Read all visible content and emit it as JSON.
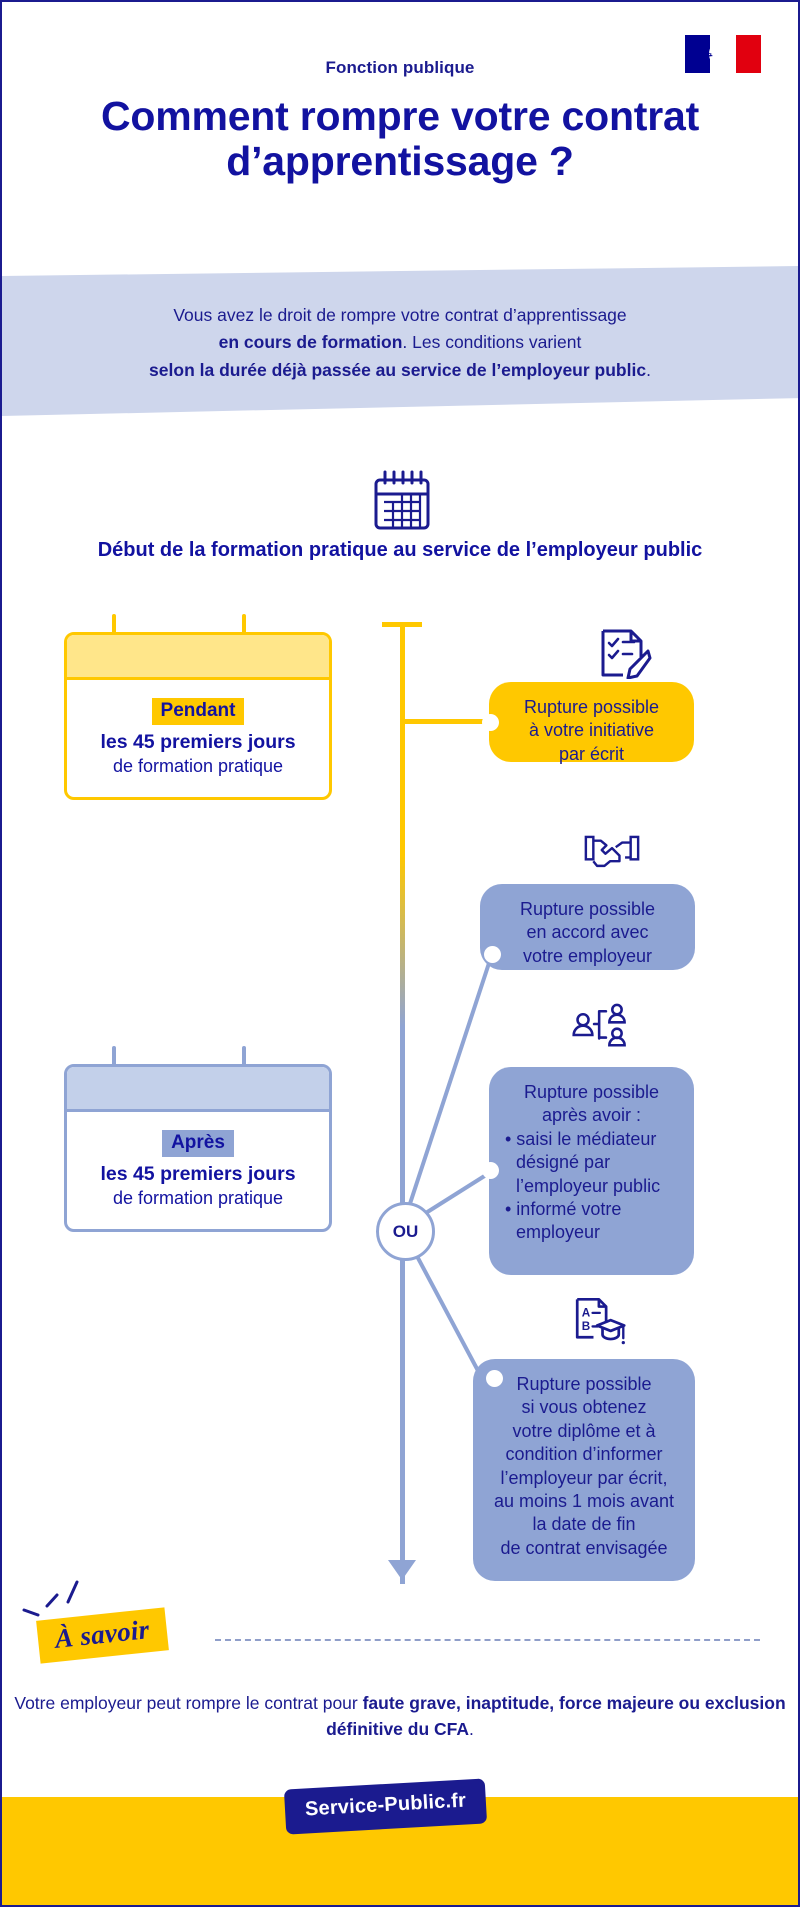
{
  "header": {
    "logo_icon": "marianne-french-republic-logo",
    "eyebrow": "Fonction publique",
    "title": "Comment rompre votre contrat d’apprentissage ?"
  },
  "intro": {
    "line1_a": "Vous avez le droit de rompre votre contrat d’apprentissage",
    "line2_b": "en cours de formation",
    "line2_a": ". Les conditions varient",
    "line3_b": "selon la durée déjà passée au service de l’employeur public",
    "line3_a": "."
  },
  "timeline": {
    "start_icon": "calendar-icon",
    "start_title": "Début de la formation pratique au service de l’employeur public",
    "or_label": "OU",
    "arrow_icon": "arrow-down-icon"
  },
  "periods": [
    {
      "id": "pendant",
      "chip": "Pendant",
      "line1": "les 45 premiers jours",
      "line2": "de formation pratique",
      "accent": "#ffc800"
    },
    {
      "id": "apres",
      "chip": "Après",
      "line1": "les 45 premiers jours",
      "line2": "de formation pratique",
      "accent": "#8fa4d4"
    }
  ],
  "options": [
    {
      "id": "initiative",
      "icon": "checklist-pencil-icon",
      "color": "#ffc800",
      "lines": [
        "Rupture possible",
        "à votre initiative",
        "par écrit"
      ],
      "bullets": []
    },
    {
      "id": "accord",
      "icon": "handshake-icon",
      "color": "#8fa4d4",
      "lines": [
        "Rupture possible",
        "en accord avec",
        "votre employeur"
      ],
      "bullets": []
    },
    {
      "id": "mediateur",
      "icon": "mediator-people-icon",
      "color": "#8fa4d4",
      "lines": [
        "Rupture possible",
        "après avoir :"
      ],
      "bullets": [
        "• saisi le médiateur désigné par l’employeur public",
        "• informé votre employeur"
      ]
    },
    {
      "id": "diplome",
      "icon": "diploma-graduation-icon",
      "color": "#8fa4d4",
      "lines": [
        "Rupture possible",
        "si vous obtenez",
        "votre diplôme et à",
        "condition d’informer",
        "l’employeur par écrit,",
        "au moins 1 mois avant",
        "la date de fin",
        "de contrat envisagée"
      ],
      "bullets": []
    }
  ],
  "note": {
    "badge": "À savoir",
    "text_a": "Votre employeur peut rompre le contrat pour ",
    "text_b": "faute grave, inaptitude, force majeure ou exclusion définitive du CFA",
    "text_c": "."
  },
  "footer": {
    "brand": "Service-Public.fr"
  },
  "colors": {
    "navy": "#1b1b8f",
    "title_blue": "#1212a0",
    "yellow": "#ffc800",
    "periwinkle": "#8fa4d4",
    "band_blue": "#ced6ec"
  }
}
